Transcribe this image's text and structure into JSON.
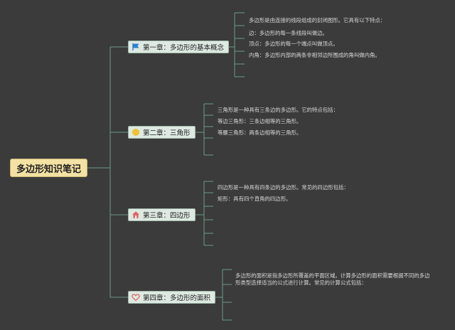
{
  "root": {
    "label": "多边形知识笔记"
  },
  "chapters": [
    {
      "label": "第一章：多边形的基本概念",
      "icon": "flag-icon",
      "notes": [
        "多边形是由连接的线段组成的封闭图形。它具有以下特点：",
        "边：多边形的每一条线段叫做边。",
        "顶点：多边形的每一个端点叫做顶点。",
        "内角：多边形内部的两条非相邻边所围成的角叫做内角。"
      ]
    },
    {
      "label": "第二章：三角形",
      "icon": "star-icon",
      "notes": [
        "三角形是一种具有三条边的多边形。它的特点包括：",
        "等边三角形：三条边相等的三角形。",
        "等腰三角形：两条边相等的三角形。"
      ]
    },
    {
      "label": "第三章：四边形",
      "icon": "home-icon",
      "notes": [
        "四边形是一种具有四条边的多边形。常见的四边形包括：",
        "矩形：具有四个直角的四边形。"
      ]
    },
    {
      "label": "第四章：多边形的面积",
      "icon": "heart-icon",
      "notes": [
        "多边形的面积是指多边形所覆盖的平面区域。计算多边形的面积需要根据不同的多边形类型选择适当的公式进行计算。常见的计算公式包括："
      ]
    }
  ],
  "colors": {
    "background": "#3a3b3a",
    "connector": "#6f9a8a",
    "root_fill": "#f3e2a3",
    "chapter_fill": "#dde9e1",
    "flag": "#2f7fd1",
    "star": "#f1c232",
    "home": "#e06666",
    "heart": "#e06666"
  }
}
